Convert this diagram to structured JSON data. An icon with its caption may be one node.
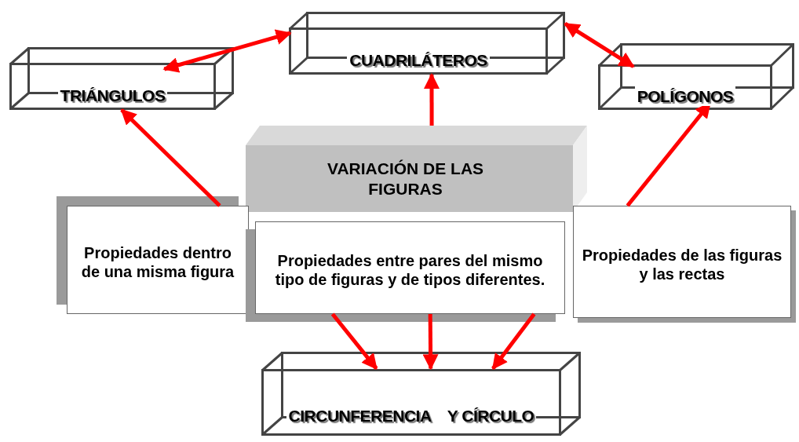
{
  "diagram": {
    "nodes": [
      {
        "text": [
          "CUADRILÁTEROS"
        ]
      },
      {
        "text": [
          "TRIÁNGULOS"
        ]
      },
      {
        "text": [
          "POLÍGONOS"
        ]
      },
      {
        "text": [
          "VARIACIÓN DE LAS FIGURAS"
        ]
      },
      {
        "text": [
          "Propiedades dentro de una misma figura"
        ]
      },
      {
        "text": [
          "Propiedades entre pares del  mismo tipo de figuras y de tipos diferentes."
        ]
      },
      {
        "text": [
          "Propiedades de las figuras y las rectas"
        ]
      },
      {
        "text": [
          "CIRCUNFERENCIA    Y CÍRCULO"
        ]
      }
    ],
    "edges": [
      {
        "from": 1,
        "to": 0,
        "arrow": "both"
      },
      {
        "from": 0,
        "to": 2,
        "arrow": "both"
      },
      {
        "from": 3,
        "to": 0,
        "arrow": "to"
      },
      {
        "from": 4,
        "to": 1,
        "arrow": "to"
      },
      {
        "from": 6,
        "to": 2,
        "arrow": "to"
      },
      {
        "from": 5,
        "to": 7,
        "arrow": "to"
      },
      {
        "from": 5,
        "to": 7,
        "arrow": "to"
      },
      {
        "from": 5,
        "to": 7,
        "arrow": "to"
      }
    ]
  }
}
